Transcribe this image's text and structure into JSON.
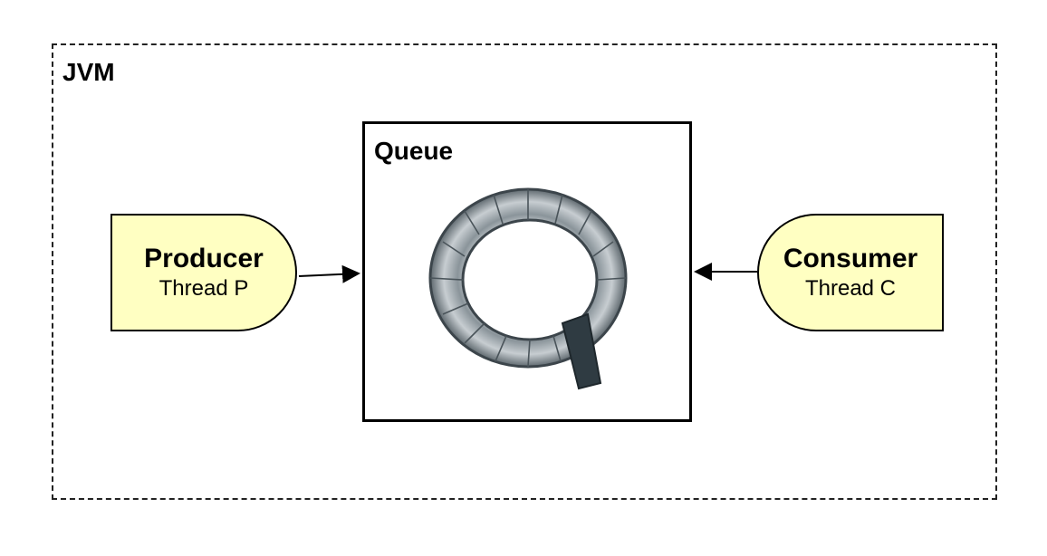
{
  "jvm": {
    "label": "JVM"
  },
  "queue": {
    "label": "Queue",
    "icon": "ring-queue-icon"
  },
  "producer": {
    "title": "Producer",
    "subtitle": "Thread P"
  },
  "consumer": {
    "title": "Consumer",
    "subtitle": "Thread C"
  },
  "colors": {
    "thread_fill": "#ffffc2",
    "border": "#000000",
    "ring_dark": "#2f3b42",
    "ring_light": "#d9dde0"
  }
}
